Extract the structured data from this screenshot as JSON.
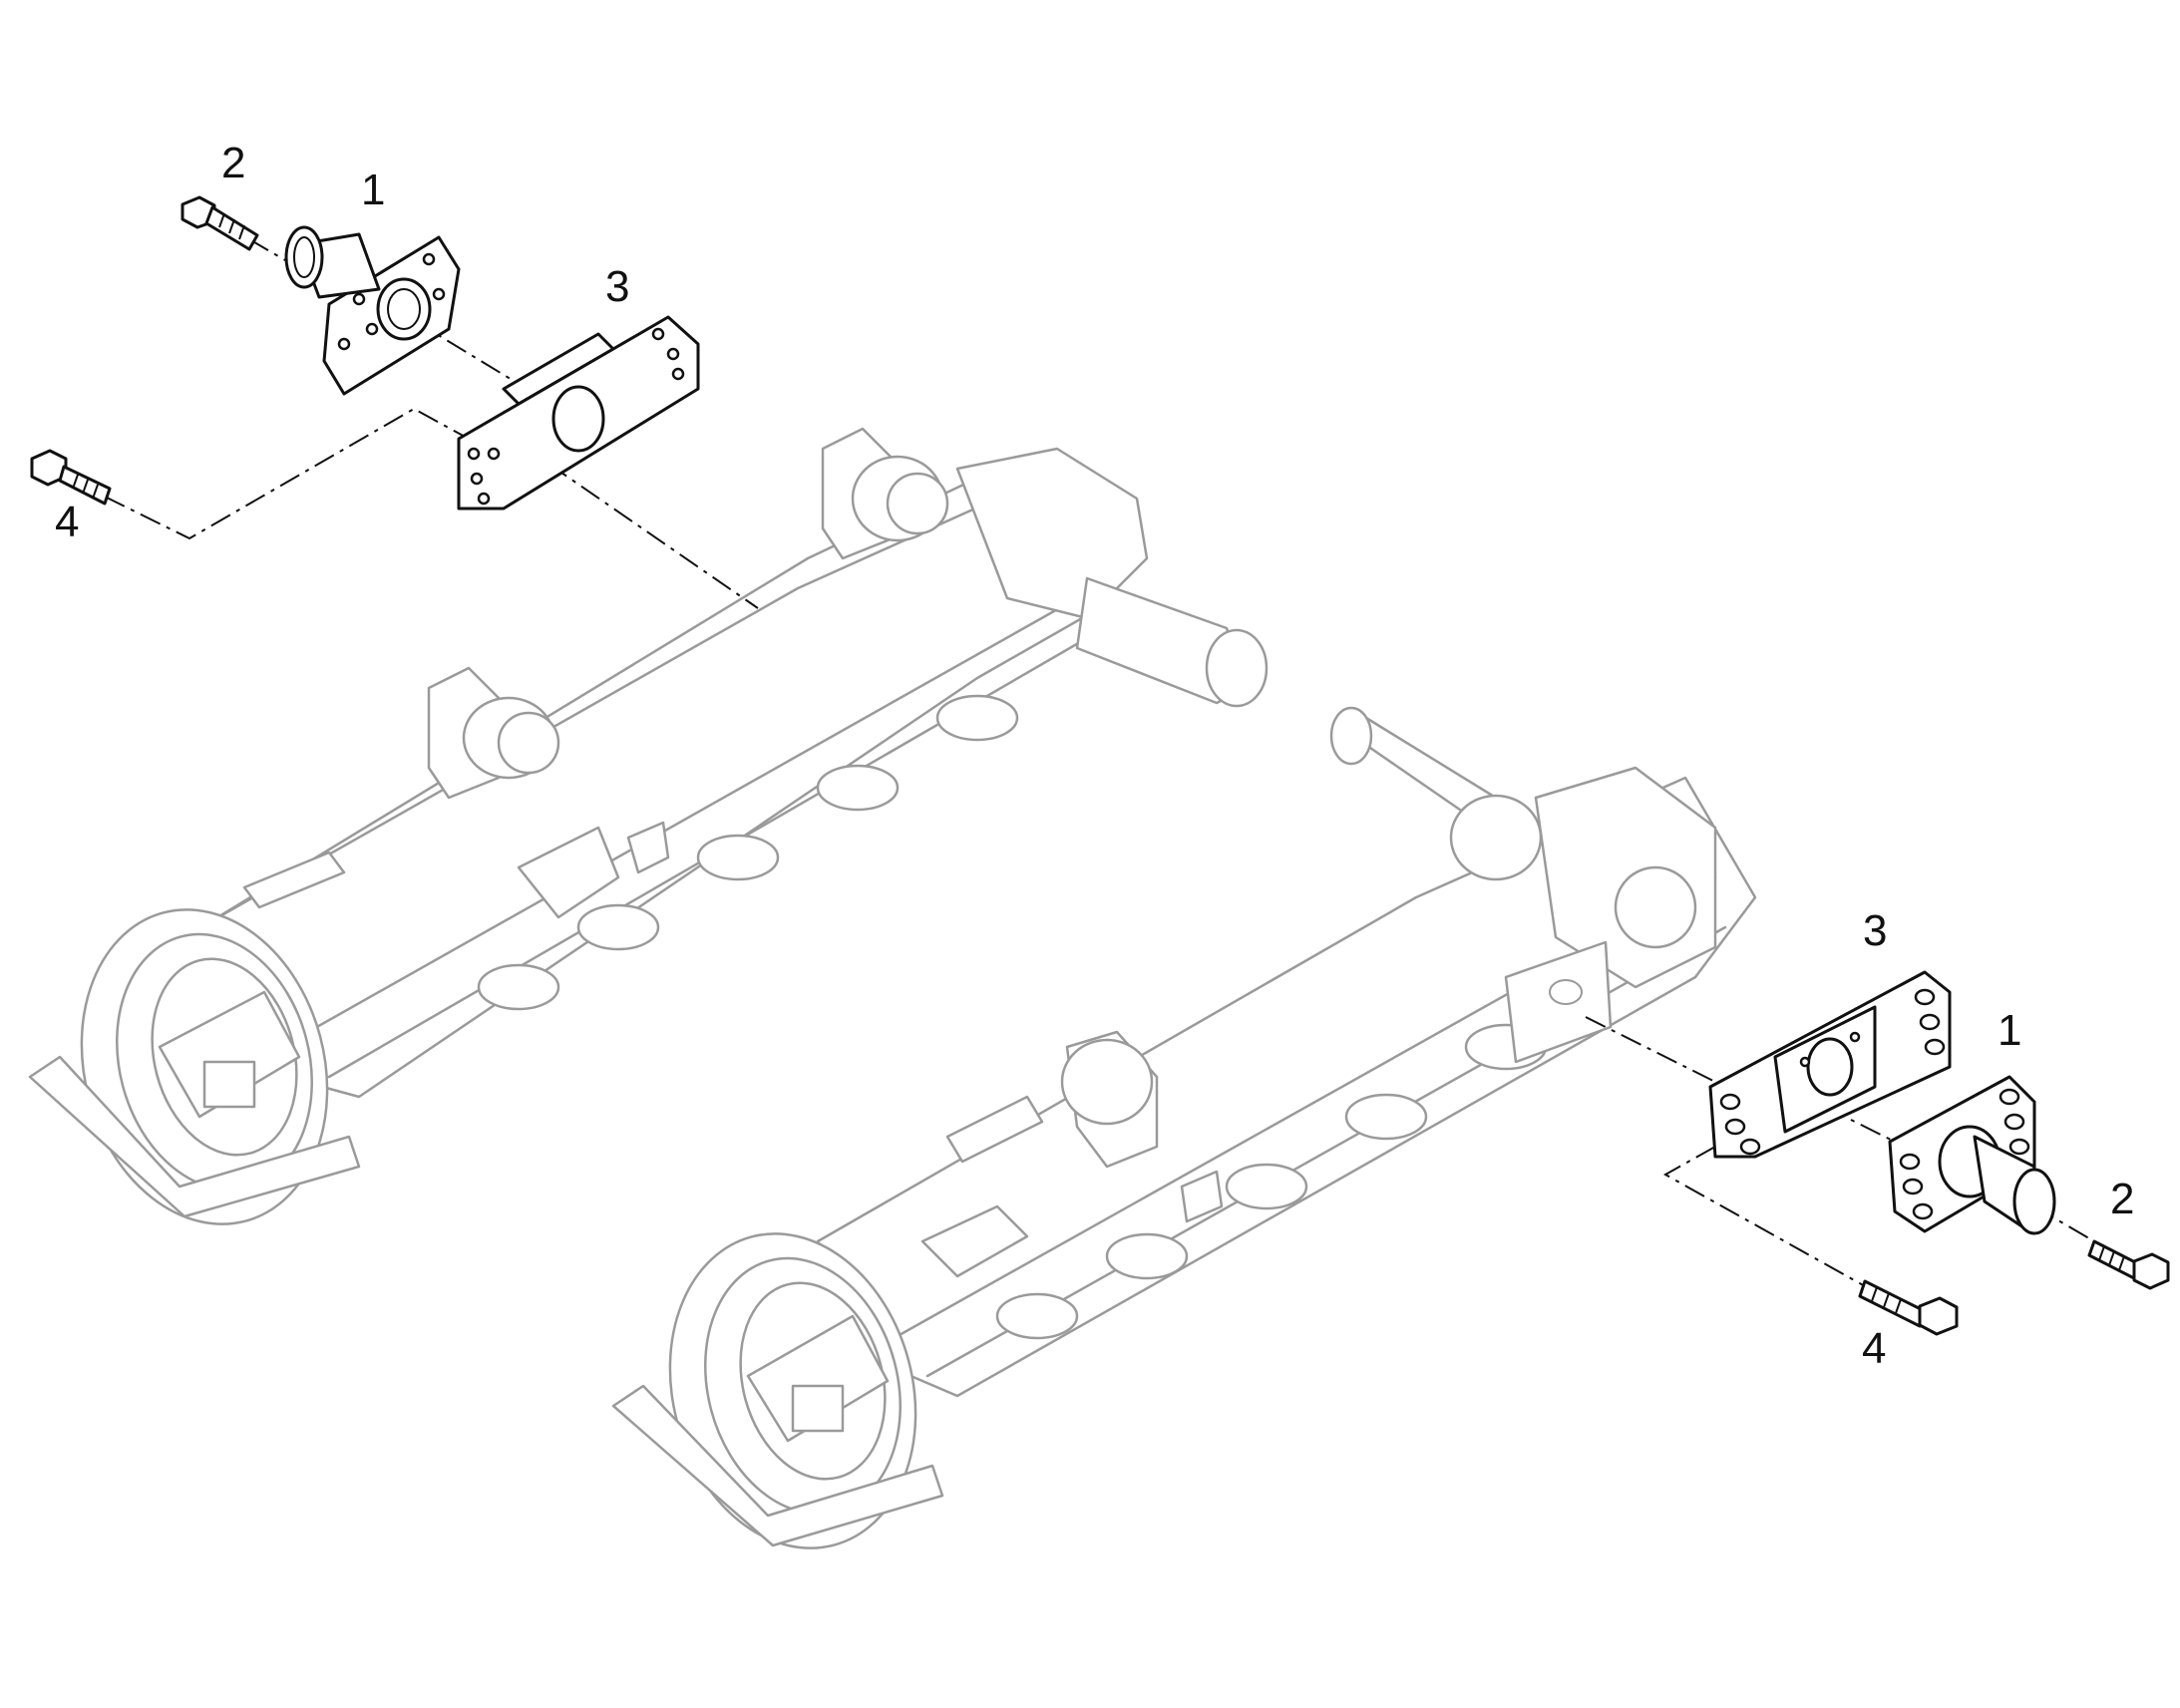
{
  "callouts": {
    "left_1": "1",
    "left_2": "2",
    "left_3": "3",
    "left_4": "4",
    "right_1": "1",
    "right_2": "2",
    "right_3": "3",
    "right_4": "4"
  },
  "colors": {
    "ink": "#111111",
    "faint_ink": "#9a9a9a",
    "background": "#ffffff"
  }
}
